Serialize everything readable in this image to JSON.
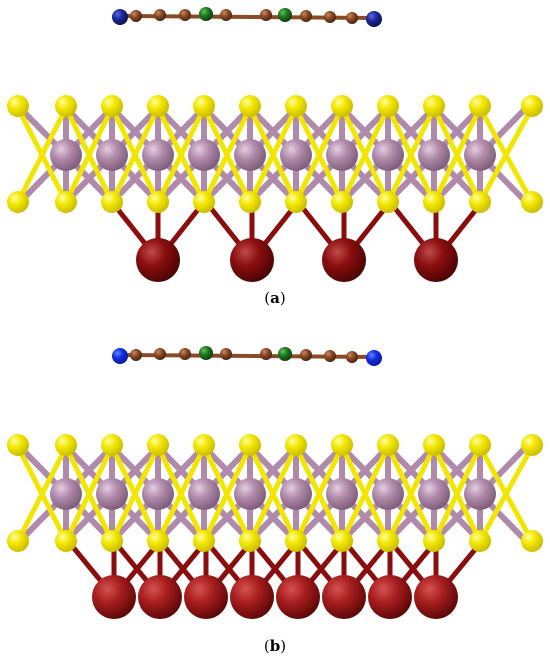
{
  "figure": {
    "panels": [
      {
        "id": "a",
        "label": "a",
        "substrate": "sparse"
      },
      {
        "id": "b",
        "label": "b",
        "substrate": "dense"
      }
    ]
  },
  "colors": {
    "sulfur": "#f2e600",
    "sulfur_dark": "#c9bd00",
    "molybdenum": "#b08aaa",
    "molybdenum_dark": "#7e5e7a",
    "substrate_atom": "#8a0e0e",
    "substrate_atom_b": "#a81e1e",
    "carbon": "#8a4a26",
    "chlorine": "#1f7a1f",
    "nitrogen": "#1a2a9a",
    "nitrogen_b": "#1030e0",
    "bond_mo_s": "#b08aaa",
    "bond_s": "#f2e600",
    "bond_substrate": "#8a0e0e",
    "bond_c": "#8a4a26"
  }
}
